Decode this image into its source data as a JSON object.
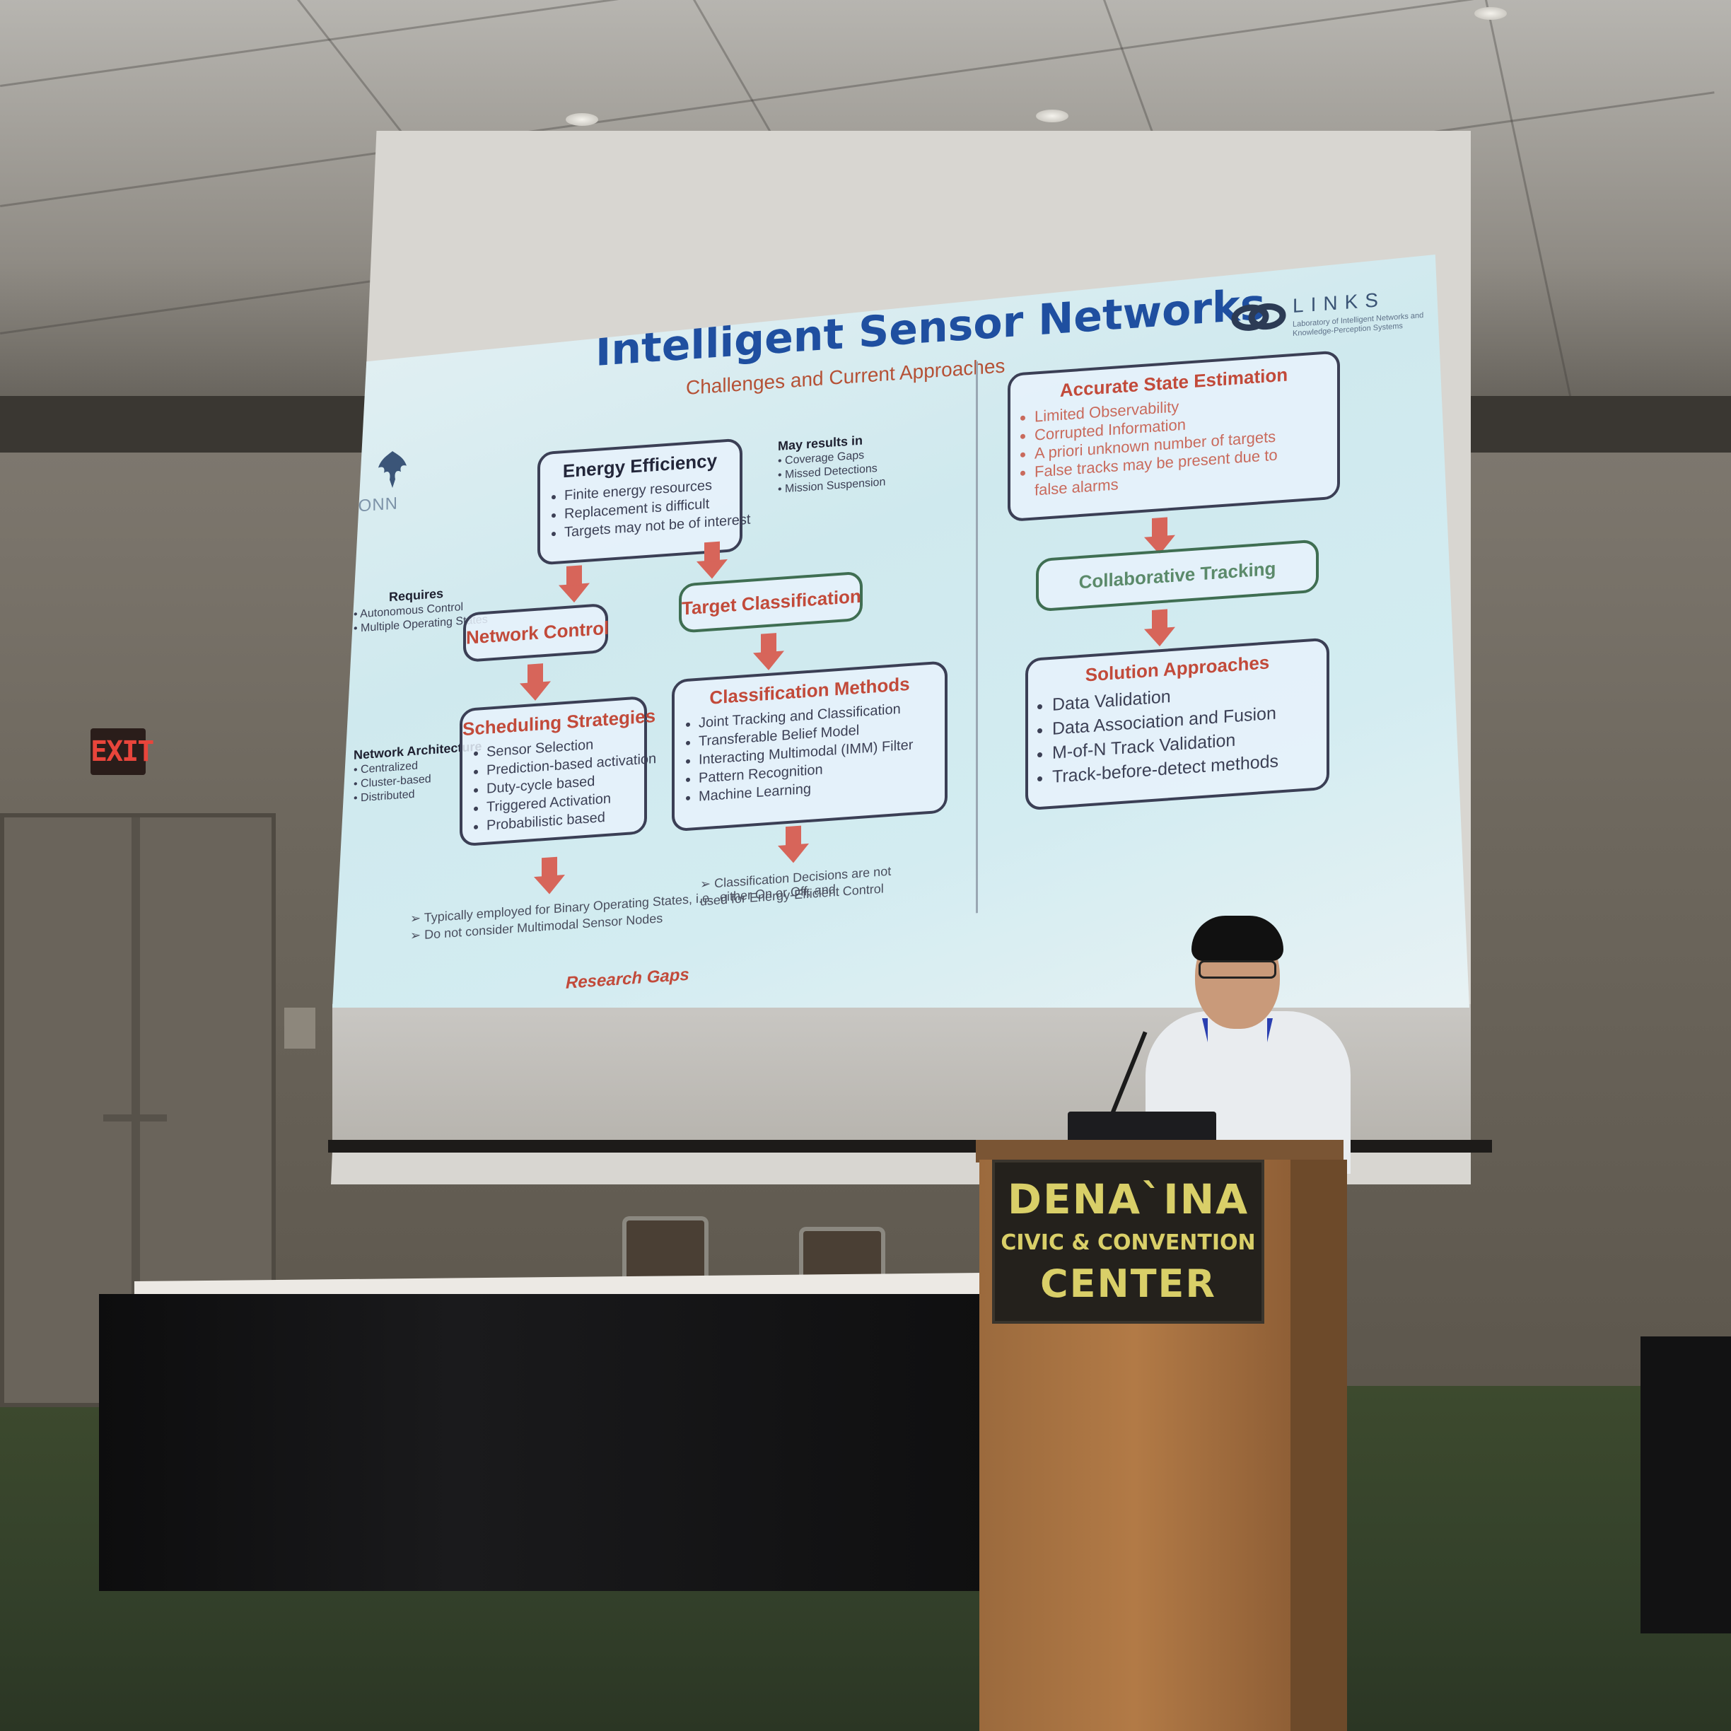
{
  "slide": {
    "title": "Intelligent Sensor Networks",
    "subtitle": "Challenges and Current Approaches",
    "logos": {
      "left_text": "UCONN",
      "right_text": "LINKS",
      "right_tagline": "Laboratory of Intelligent Networks and Knowledge-Perception Systems"
    },
    "energy": {
      "heading": "Energy Efficiency",
      "items": [
        "Finite energy resources",
        "Replacement is difficult",
        "Targets may not be of interest"
      ]
    },
    "may_results": {
      "heading": "May results in",
      "items": [
        "Coverage Gaps",
        "Missed Detections",
        "Mission Suspension"
      ]
    },
    "requires": {
      "heading": "Requires",
      "items": [
        "Autonomous Control",
        "Multiple Operating States"
      ]
    },
    "network_control": {
      "heading": "Network Control"
    },
    "target_classification": {
      "heading": "Target Classification"
    },
    "network_architecture": {
      "heading": "Network Architecture",
      "items": [
        "Centralized",
        "Cluster-based",
        "Distributed"
      ]
    },
    "scheduling": {
      "heading": "Scheduling Strategies",
      "items": [
        "Sensor Selection",
        "Prediction-based activation",
        "Duty-cycle based",
        "Triggered Activation",
        "Probabilistic based"
      ]
    },
    "classification_methods": {
      "heading": "Classification Methods",
      "items": [
        "Joint Tracking and Classification",
        "Transferable Belief Model",
        "Interacting Multimodal (IMM) Filter",
        "Pattern Recognition",
        "Machine Learning"
      ]
    },
    "gaps_left": [
      "Typically employed for Binary Operating States, i.e., either On or Off, and",
      "Do not consider Multimodal Sensor Nodes"
    ],
    "gaps_right": [
      "Classification Decisions are not used for Energy-Efficient Control"
    ],
    "research_gaps": "Research Gaps",
    "state_estimation": {
      "heading": "Accurate State Estimation",
      "items": [
        "Limited Observability",
        "Corrupted Information",
        "A priori unknown number of targets",
        "False tracks may be present due to false alarms"
      ]
    },
    "collab": {
      "heading": "Collaborative Tracking"
    },
    "solutions": {
      "heading": "Solution Approaches",
      "items": [
        "Data Validation",
        "Data Association and Fusion",
        "M-of-N Track Validation",
        "Track-before-detect methods"
      ]
    }
  },
  "room": {
    "exit_sign": "EXIT",
    "podium_sign": [
      "DENA`INA",
      "CIVIC & CONVENTION",
      "CENTER"
    ]
  },
  "colors": {
    "title_blue": "#1f4fa0",
    "heading_red": "#c24a3a",
    "arrow_red": "#d7655a",
    "podium_wood": "#b27a46",
    "sign_text": "#d9cf68"
  }
}
